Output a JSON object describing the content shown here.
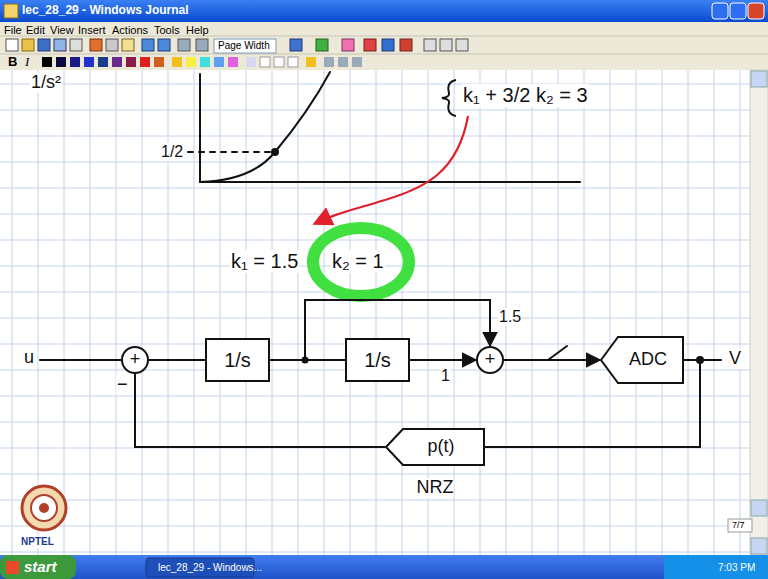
{
  "diagram": {
    "nodes": [
      {
        "text": [
          "+"
        ]
      },
      {
        "text": [
          "1/s"
        ]
      },
      {
        "text": [
          "1/s"
        ]
      },
      {
        "text": [
          "+"
        ]
      },
      {
        "text": [
          "ADC"
        ]
      },
      {
        "text": [
          "p(t)",
          "NRZ"
        ]
      }
    ],
    "edges": [
      {
        "from": 0,
        "to": 1,
        "arrow": "none"
      },
      {
        "from": 1,
        "to": 2,
        "arrow": "none"
      },
      {
        "from": 1,
        "to": 3,
        "arrow": "to"
      },
      {
        "from": 2,
        "to": 3,
        "arrow": "to"
      },
      {
        "from": 3,
        "to": 4,
        "arrow": "to"
      },
      {
        "from": 4,
        "to": 5,
        "arrow": "none"
      },
      {
        "from": 5,
        "to": 0,
        "arrow": "none"
      }
    ],
    "labels": [
      "lec_28_29 - Windows Journal",
      "File",
      "Edit",
      "View",
      "Insert",
      "Actions",
      "Tools",
      "Help",
      "Page Width",
      "B",
      "I",
      "1/s²",
      "1/2",
      "k₁ + 3/2 k₂ = 3",
      "k₁ = 1.5",
      "k₂ = 1",
      "u",
      "−",
      "1.5",
      "1",
      "V",
      "7/7",
      "NPTEL",
      "start",
      "lec_28_29 - Windows...",
      "7:03 PM"
    ]
  }
}
